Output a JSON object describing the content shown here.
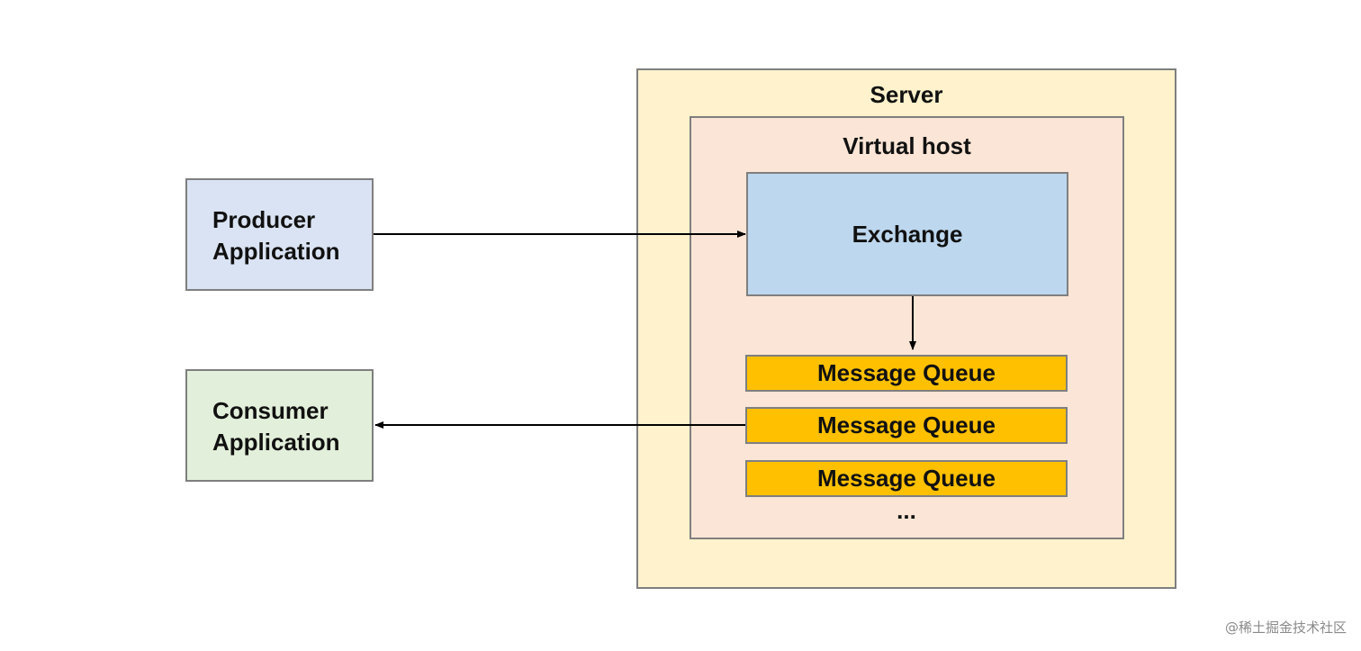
{
  "producer": {
    "line1": "Producer",
    "line2": "Application"
  },
  "consumer": {
    "line1": "Consumer",
    "line2": "Application"
  },
  "server": {
    "title": "Server"
  },
  "virtual_host": {
    "title": "Virtual host"
  },
  "exchange": {
    "label": "Exchange"
  },
  "queues": [
    "Message Queue",
    "Message Queue",
    "Message Queue"
  ],
  "more": "...",
  "watermark": "@稀土掘金技术社区",
  "colors": {
    "producer": "#dae3f3",
    "consumer": "#e2efda",
    "server": "#fff2cc",
    "virtual_host": "#fbe5d6",
    "exchange": "#bdd7ee",
    "queue": "#ffc000"
  }
}
